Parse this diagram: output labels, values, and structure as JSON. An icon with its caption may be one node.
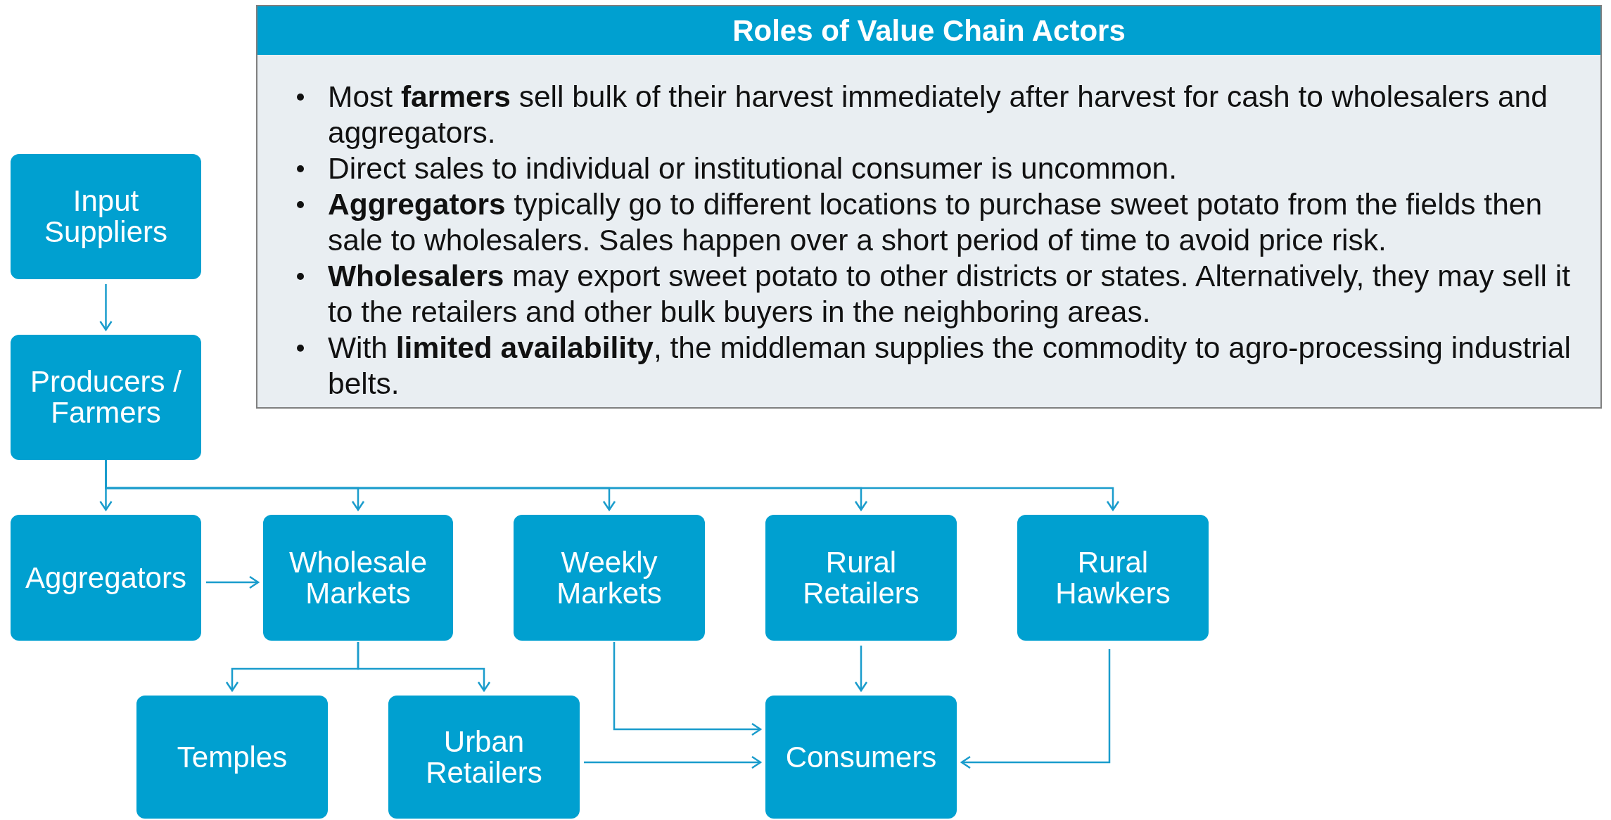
{
  "diagram": {
    "nodes": [
      {
        "text": [
          "Roles of Value Chain Actors",
          "Most **farmers** sell bulk of their harvest immediately after harvest for cash to wholesalers and aggregators.",
          "Direct sales to individual or institutional consumer is uncommon.",
          "**Aggregators** typically go to different locations to purchase sweet potato from the fields then sale to wholesalers. Sales happen over a short period of time to avoid price risk.",
          "**Wholesalers** may export sweet potato to other districts or states. Alternatively, they may sell it to the retailers and other bulk buyers in the neighboring areas.",
          "With **limited availability**, the middleman supplies the commodity to agro-processing industrial belts."
        ]
      },
      {
        "text": [
          "Input Suppliers"
        ]
      },
      {
        "text": [
          "Producers / Farmers"
        ]
      },
      {
        "text": [
          "Aggregators"
        ]
      },
      {
        "text": [
          "Wholesale Markets"
        ]
      },
      {
        "text": [
          "Weekly Markets"
        ]
      },
      {
        "text": [
          "Rural Retailers"
        ]
      },
      {
        "text": [
          "Rural Hawkers"
        ]
      },
      {
        "text": [
          "Temples"
        ]
      },
      {
        "text": [
          "Urban Retailers"
        ]
      },
      {
        "text": [
          "Consumers"
        ]
      }
    ],
    "edges": [
      {
        "from": 1,
        "to": 2,
        "arrow": "to"
      },
      {
        "from": 2,
        "to": 3,
        "arrow": "to"
      },
      {
        "from": 2,
        "to": 4,
        "arrow": "to"
      },
      {
        "from": 2,
        "to": 5,
        "arrow": "to"
      },
      {
        "from": 2,
        "to": 6,
        "arrow": "to"
      },
      {
        "from": 2,
        "to": 7,
        "arrow": "to"
      },
      {
        "from": 3,
        "to": 4,
        "arrow": "to"
      },
      {
        "from": 4,
        "to": 8,
        "arrow": "to"
      },
      {
        "from": 4,
        "to": 9,
        "arrow": "to"
      },
      {
        "from": 5,
        "to": 10,
        "arrow": "to"
      },
      {
        "from": 6,
        "to": 10,
        "arrow": "to"
      },
      {
        "from": 9,
        "to": 10,
        "arrow": "to"
      },
      {
        "from": 7,
        "to": 10,
        "arrow": "to"
      }
    ]
  }
}
